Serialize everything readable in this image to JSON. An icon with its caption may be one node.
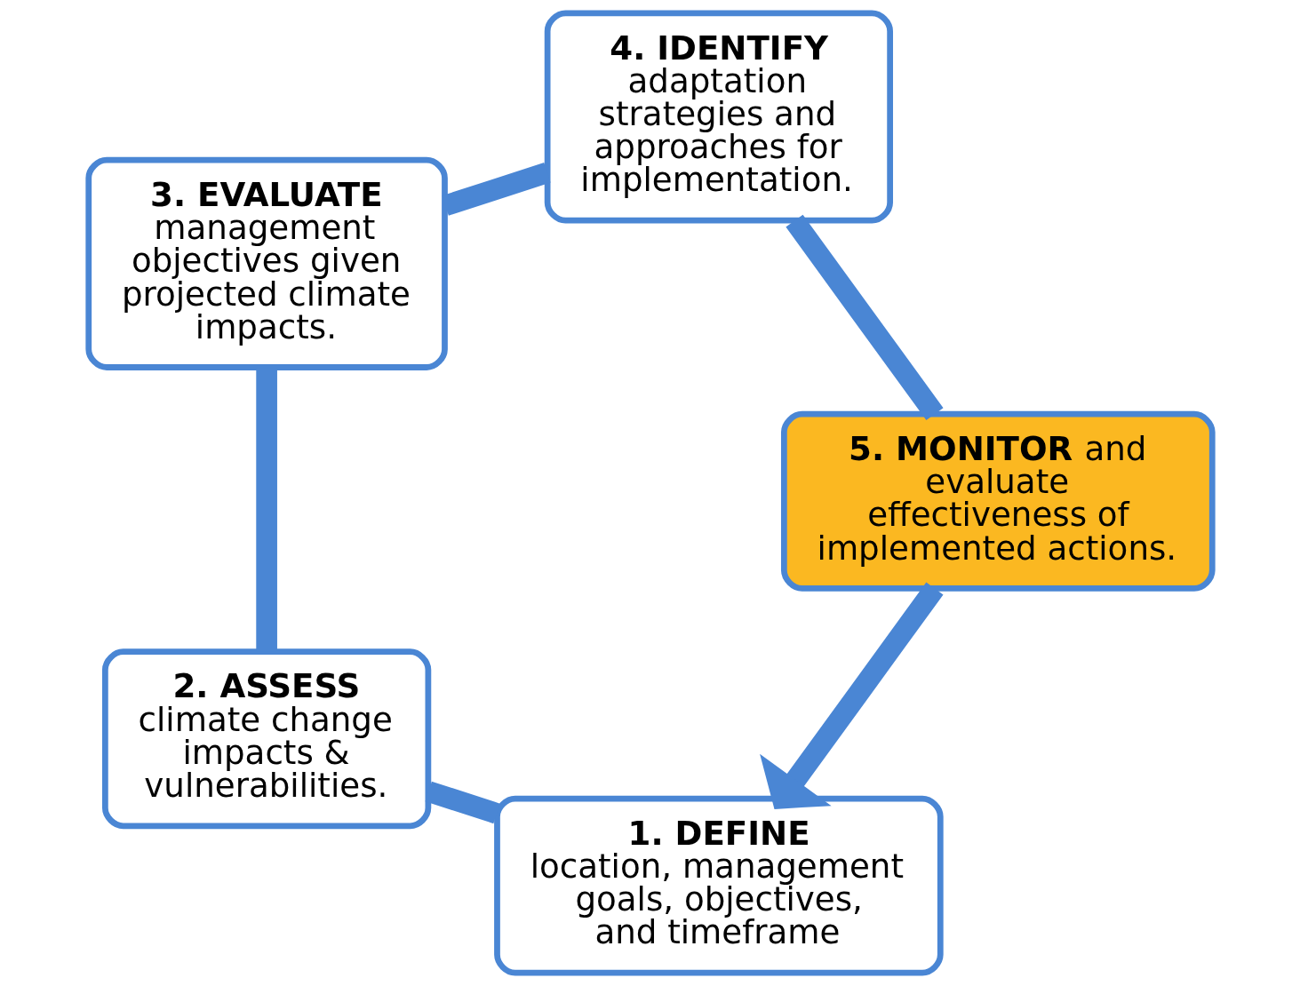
{
  "diagram": {
    "nodes": [
      {
        "text": [
          "**1. DEFINE** location, management goals, objectives, and timeframe"
        ]
      },
      {
        "text": [
          "**2. ASSESS** climate change impacts & vulnerabilities."
        ]
      },
      {
        "text": [
          "**3. EVALUATE** management objectives given projected climate impacts."
        ]
      },
      {
        "text": [
          "**4. IDENTIFY** adaptation strategies and approaches for implementation."
        ]
      },
      {
        "text": [
          "**5. MONITOR** and evaluate effectiveness of implemented actions."
        ]
      }
    ],
    "edges": [
      {
        "from": 0,
        "to": 1,
        "arrow": "none"
      },
      {
        "from": 1,
        "to": 2,
        "arrow": "none"
      },
      {
        "from": 2,
        "to": 3,
        "arrow": "none"
      },
      {
        "from": 3,
        "to": 4,
        "arrow": "none"
      },
      {
        "from": 4,
        "to": 0,
        "arrow": "to"
      }
    ]
  }
}
